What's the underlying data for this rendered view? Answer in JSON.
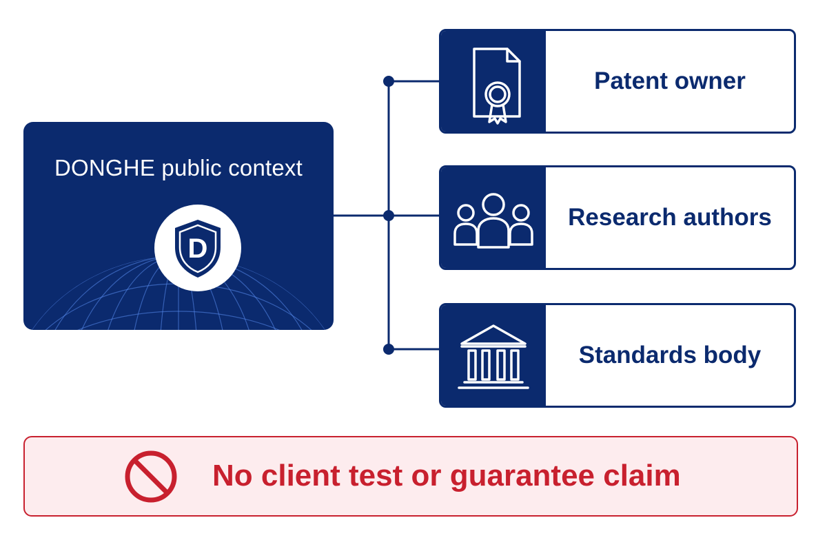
{
  "diagram": {
    "source": {
      "title": "DONGHE public context",
      "logo_letter": "D"
    },
    "stakeholders": [
      {
        "label": "Patent owner",
        "icon": "certificate-document-icon"
      },
      {
        "label": "Research authors",
        "icon": "people-group-icon"
      },
      {
        "label": "Standards body",
        "icon": "institution-building-icon"
      }
    ],
    "warning": {
      "text": "No client test or guarantee claim",
      "icon": "prohibited-icon"
    }
  },
  "colors": {
    "navy": "#0b2a6e",
    "red": "#c8202e",
    "warning_bg": "#fdecee"
  }
}
